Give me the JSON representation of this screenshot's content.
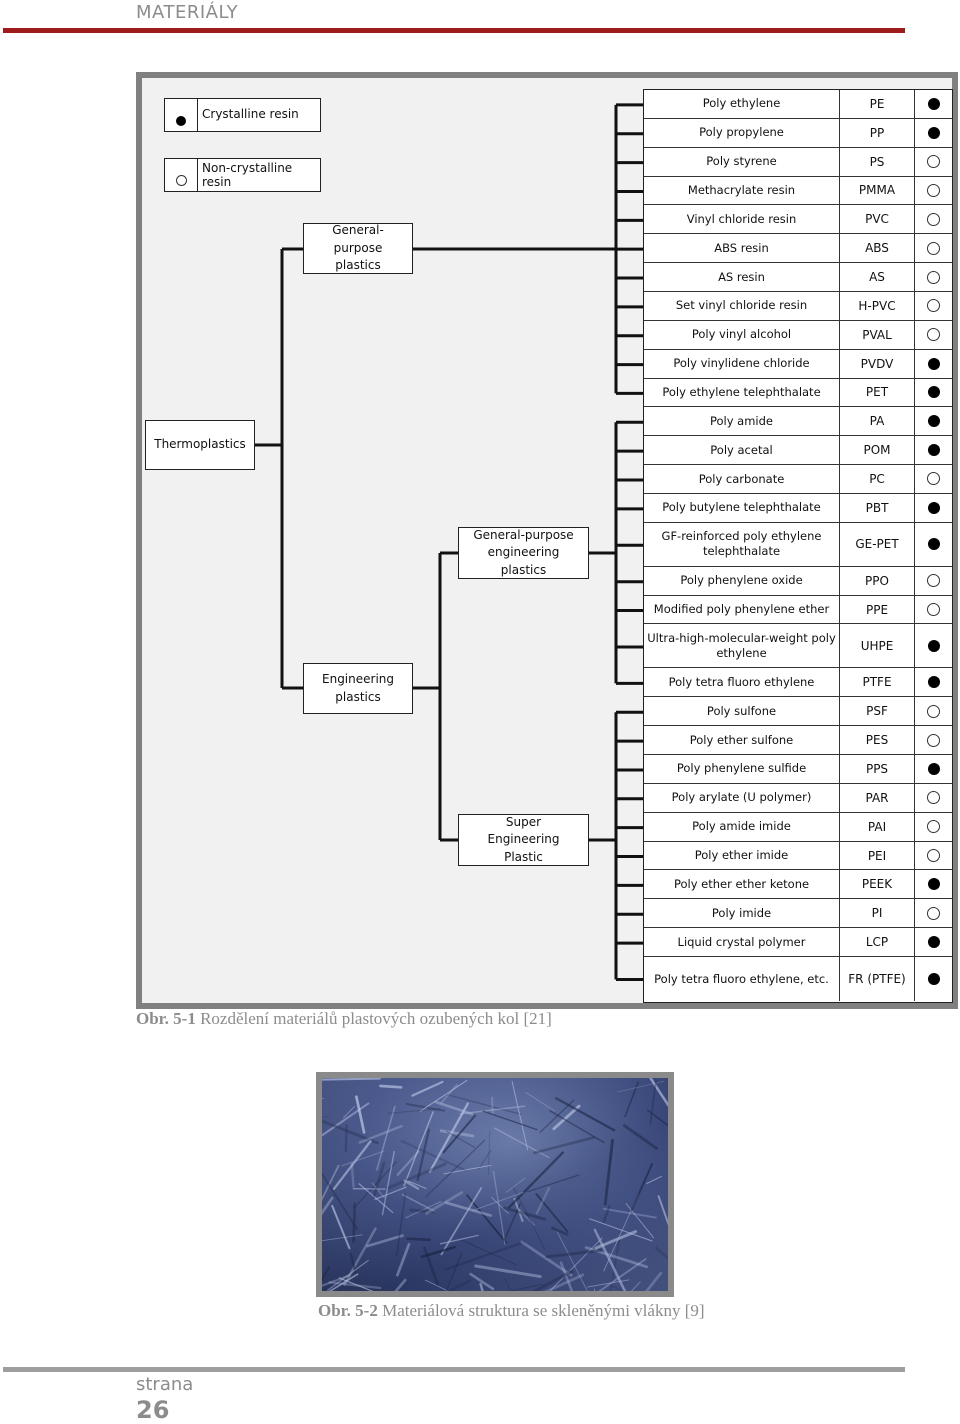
{
  "header": {
    "title": "MATERIÁLY"
  },
  "figure1": {
    "legend": {
      "crystalline": "Crystalline resin",
      "non_crystalline": "Non-crystalline resin"
    },
    "nodes": {
      "thermoplastics": "Thermoplastics",
      "general_purpose": "General-purpose plastics",
      "engineering": "Engineering plastics",
      "gp_engineering": "General-purpose engineering plastics",
      "super_engineering": "Super Engineering Plastic"
    },
    "materials": [
      {
        "name": "Poly ethylene",
        "abbr": "PE",
        "crystalline": true
      },
      {
        "name": "Poly propylene",
        "abbr": "PP",
        "crystalline": true
      },
      {
        "name": "Poly styrene",
        "abbr": "PS",
        "crystalline": false
      },
      {
        "name": "Methacrylate resin",
        "abbr": "PMMA",
        "crystalline": false
      },
      {
        "name": "Vinyl chloride resin",
        "abbr": "PVC",
        "crystalline": false
      },
      {
        "name": "ABS resin",
        "abbr": "ABS",
        "crystalline": false
      },
      {
        "name": "AS resin",
        "abbr": "AS",
        "crystalline": false
      },
      {
        "name": "Set vinyl chloride resin",
        "abbr": "H-PVC",
        "crystalline": false
      },
      {
        "name": "Poly vinyl alcohol",
        "abbr": "PVAL",
        "crystalline": false
      },
      {
        "name": "Poly vinylidene chloride",
        "abbr": "PVDV",
        "crystalline": true
      },
      {
        "name": "Poly ethylene telephthalate",
        "abbr": "PET",
        "crystalline": true
      },
      {
        "name": "Poly amide",
        "abbr": "PA",
        "crystalline": true
      },
      {
        "name": "Poly acetal",
        "abbr": "POM",
        "crystalline": true
      },
      {
        "name": "Poly carbonate",
        "abbr": "PC",
        "crystalline": false
      },
      {
        "name": "Poly butylene telephthalate",
        "abbr": "PBT",
        "crystalline": true
      },
      {
        "name": "GF-reinforced poly ethylene telephthalate",
        "abbr": "GE-PET",
        "crystalline": true
      },
      {
        "name": "Poly phenylene oxide",
        "abbr": "PPO",
        "crystalline": false
      },
      {
        "name": "Modified poly phenylene ether",
        "abbr": "PPE",
        "crystalline": false
      },
      {
        "name": "Ultra-high-molecular-weight poly ethylene",
        "abbr": "UHPE",
        "crystalline": true
      },
      {
        "name": "Poly tetra fluoro ethylene",
        "abbr": "PTFE",
        "crystalline": true
      },
      {
        "name": "Poly sulfone",
        "abbr": "PSF",
        "crystalline": false
      },
      {
        "name": "Poly ether sulfone",
        "abbr": "PES",
        "crystalline": false
      },
      {
        "name": "Poly phenylene sulfide",
        "abbr": "PPS",
        "crystalline": true
      },
      {
        "name": "Poly arylate (U polymer)",
        "abbr": "PAR",
        "crystalline": false
      },
      {
        "name": "Poly amide imide",
        "abbr": "PAI",
        "crystalline": false
      },
      {
        "name": "Poly ether imide",
        "abbr": "PEI",
        "crystalline": false
      },
      {
        "name": "Poly ether ether ketone",
        "abbr": "PEEK",
        "crystalline": true
      },
      {
        "name": "Poly imide",
        "abbr": "PI",
        "crystalline": false
      },
      {
        "name": "Liquid crystal polymer",
        "abbr": "LCP",
        "crystalline": true
      },
      {
        "name": "Poly tetra fluoro ethylene, etc.",
        "abbr": "FR (PTFE)",
        "crystalline": true
      }
    ],
    "caption": {
      "label": "Obr. 5-1",
      "text": " Rozdělení materiálů plastových ozubených kol [21]"
    }
  },
  "figure2": {
    "caption": {
      "label": "Obr. 5-2",
      "text": " Materiálová struktura se skleněnými vlákny [9]"
    }
  },
  "footer": {
    "label": "strana",
    "page": "26"
  }
}
